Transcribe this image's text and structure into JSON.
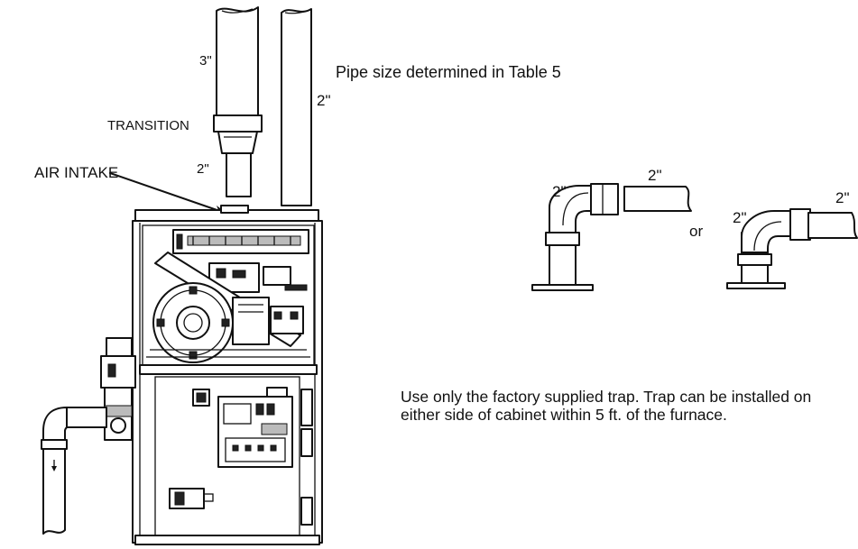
{
  "labels": {
    "pipe_3in": "3\"",
    "transition": "TRANSITION",
    "pipe_2in_lower": "2\"",
    "pipe_2in_right": "2\"",
    "air_intake": "AIR INTAKE",
    "pipe_size_note": "Pipe size determined in Table 5",
    "elbow_a_vertical": "2\"",
    "elbow_a_horizontal": "2\"",
    "or": "or",
    "elbow_b_vertical": "2\"",
    "elbow_b_horizontal": "2\""
  },
  "trap_note": "Use only the factory supplied trap.  Trap can be installed on either side of cabinet within 5 ft. of the furnace."
}
